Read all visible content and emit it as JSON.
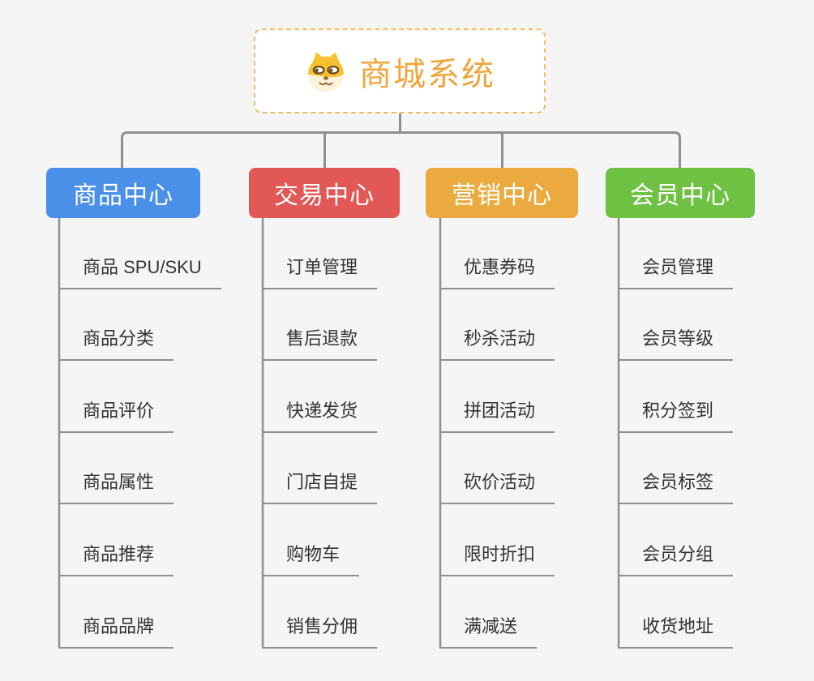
{
  "root": {
    "title": "商城系统",
    "icon": "dog-face-icon"
  },
  "branches": [
    {
      "label": "商品中心",
      "color": "#4a90e8",
      "children": [
        "商品 SPU/SKU",
        "商品分类",
        "商品评价",
        "商品属性",
        "商品推荐",
        "商品品牌"
      ]
    },
    {
      "label": "交易中心",
      "color": "#e25856",
      "children": [
        "订单管理",
        "售后退款",
        "快递发货",
        "门店自提",
        "购物车",
        "销售分佣"
      ]
    },
    {
      "label": "营销中心",
      "color": "#ebaa3f",
      "children": [
        "优惠券码",
        "秒杀活动",
        "拼团活动",
        "砍价活动",
        "限时折扣",
        "满减送"
      ]
    },
    {
      "label": "会员中心",
      "color": "#6fc143",
      "children": [
        "会员管理",
        "会员等级",
        "积分签到",
        "会员标签",
        "会员分组",
        "收货地址"
      ]
    }
  ],
  "colors": {
    "background": "#f5f5f6",
    "root_border": "#f6bd66",
    "root_text": "#f0a63c",
    "connector": "#8f8f8f",
    "leaf_text": "#333333"
  }
}
